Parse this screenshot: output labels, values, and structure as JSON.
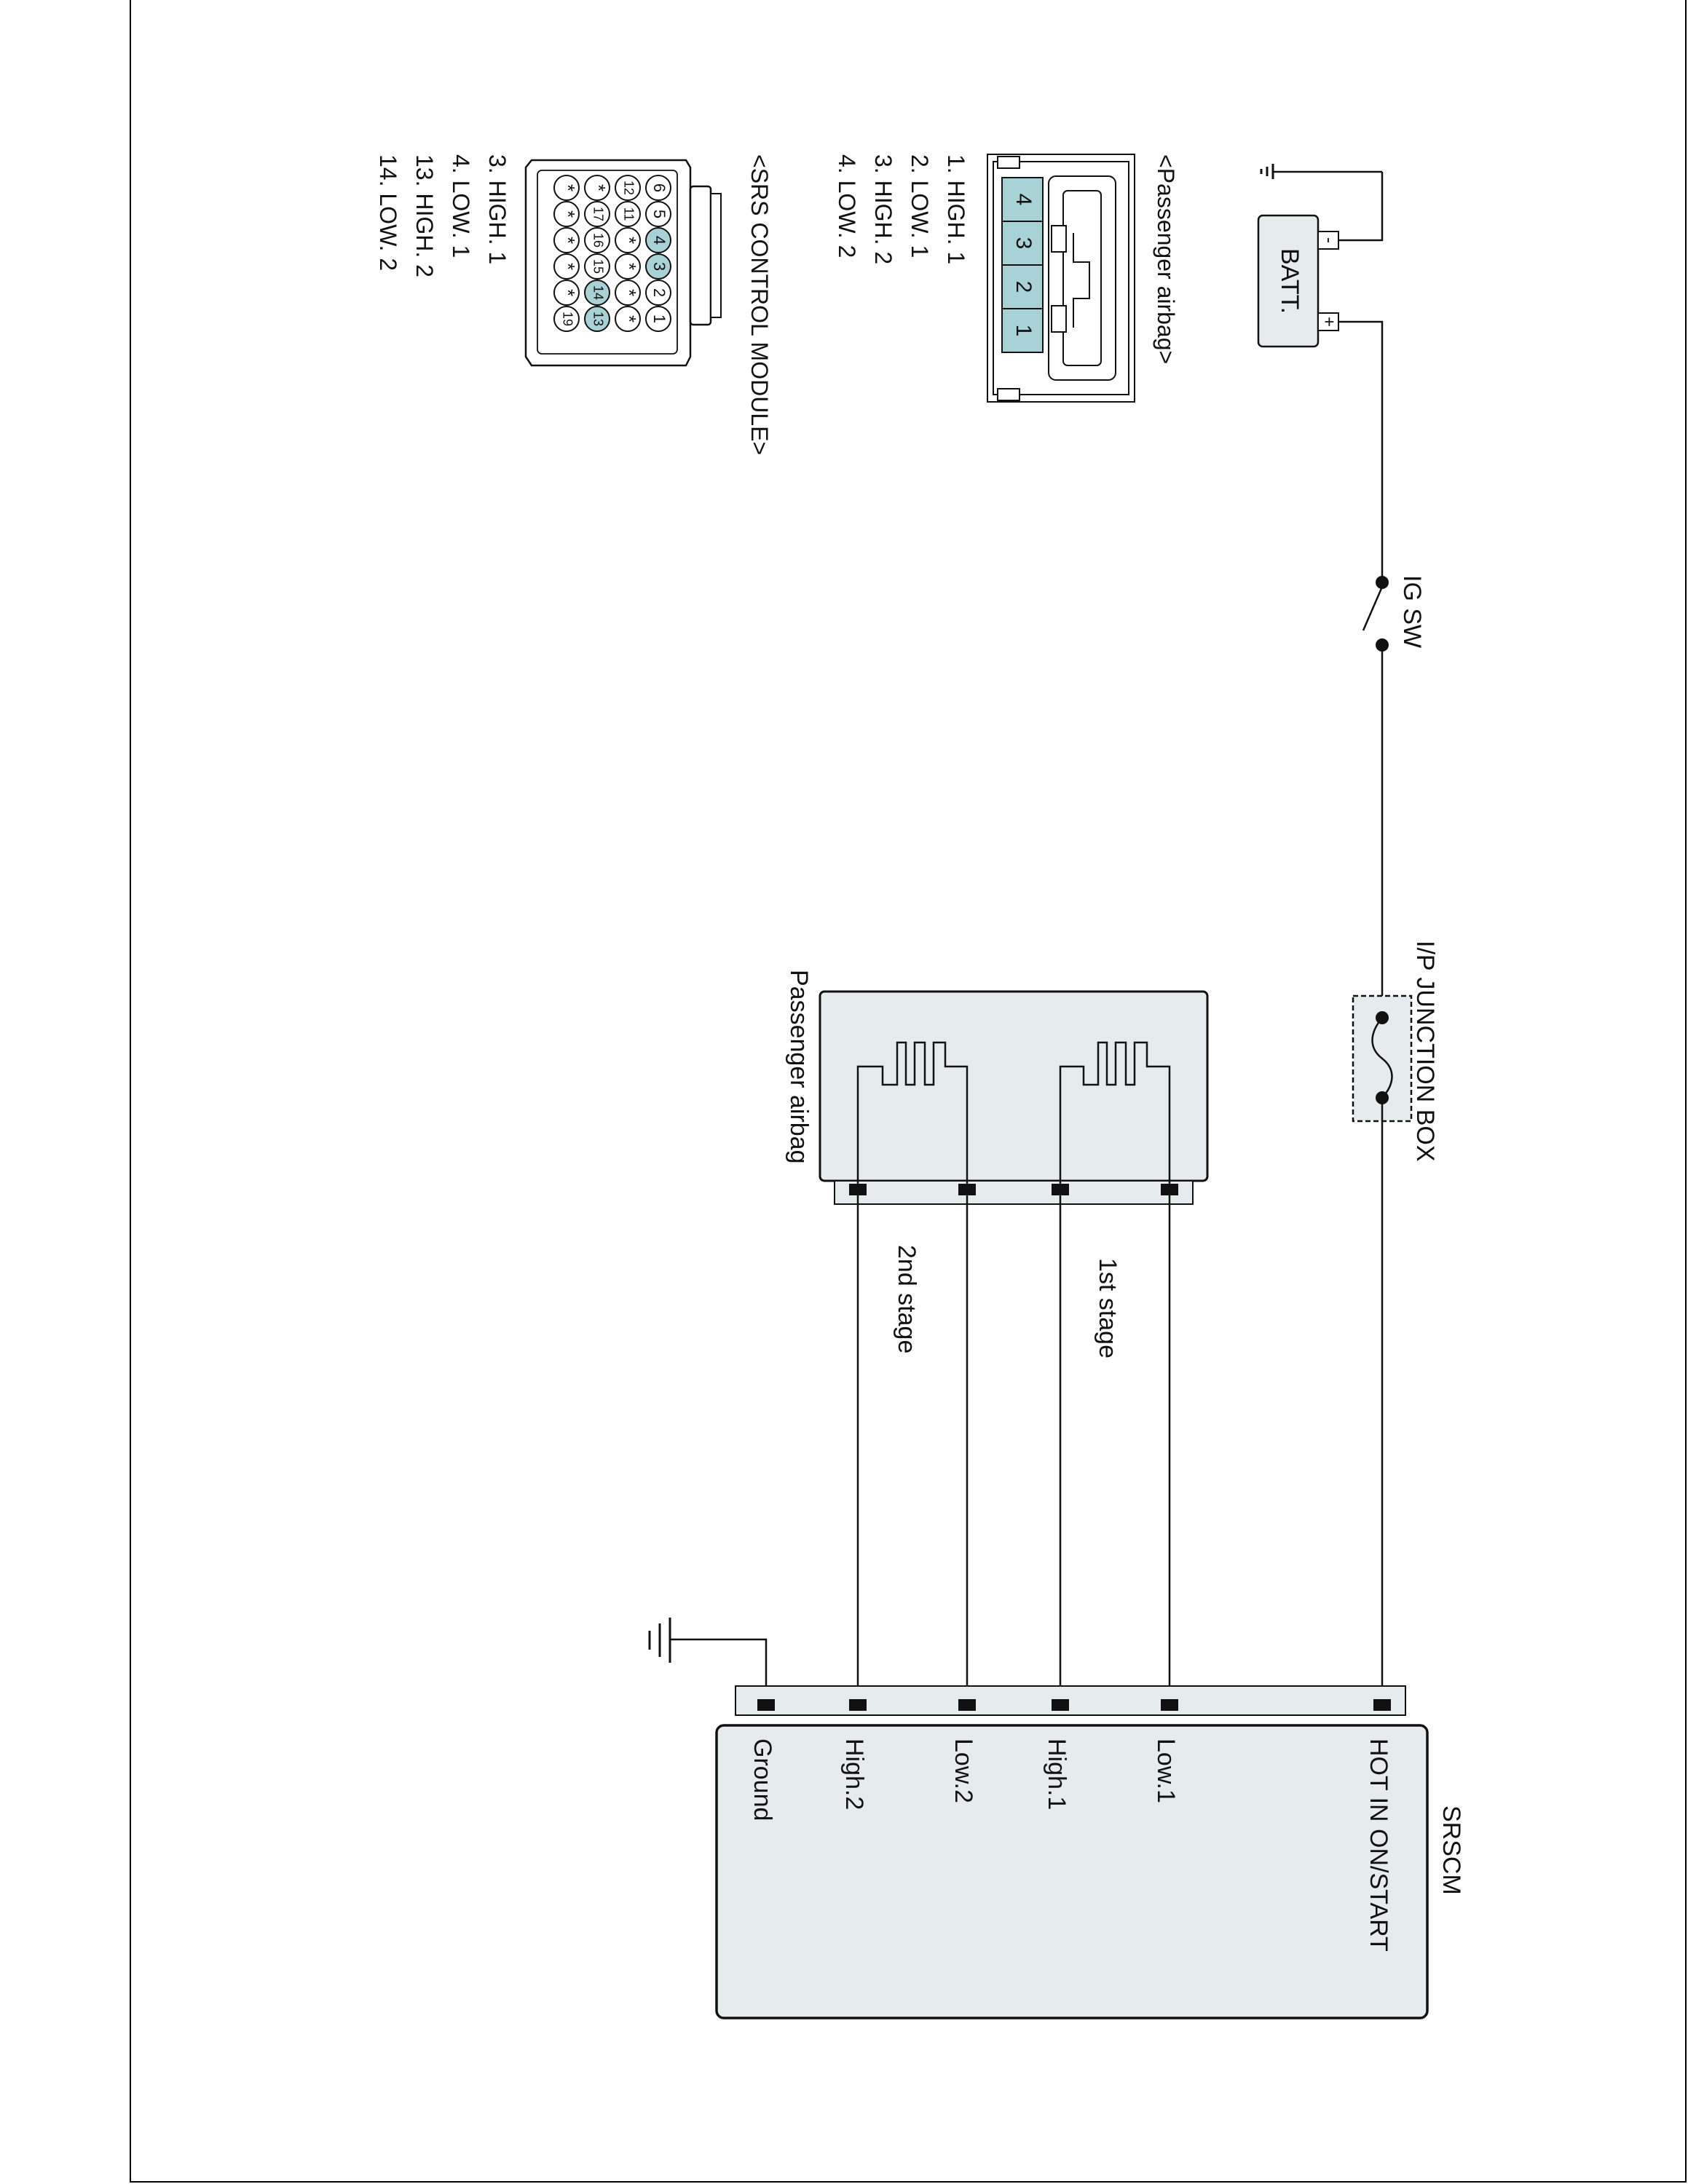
{
  "labels": {
    "batt": "BATT.",
    "batt_minus": "-",
    "batt_plus": "+",
    "ig_sw": "IG SW",
    "junction_box": "I/P JUNCTION BOX",
    "passenger_airbag": "Passenger airbag",
    "stage1": "1st stage",
    "stage2": "2nd stage",
    "srscm_title": "SRSCM"
  },
  "srscm_pins": [
    "HOT IN ON/START",
    "Low.1",
    "High.1",
    "Low.2",
    "High.2",
    "Ground"
  ],
  "airbag_connector": {
    "title": "<Passenger airbag>",
    "pin_numbers": [
      "4",
      "3",
      "2",
      "1"
    ],
    "pin_list": [
      "1. HIGH. 1",
      "2. LOW. 1",
      "3. HIGH. 2",
      "4. LOW. 2"
    ]
  },
  "srs_module_connector": {
    "title": "<SRS CONTROL MODULE>",
    "pin_list": [
      "3. HIGH. 1",
      "4. LOW. 1",
      "13. HIGH. 2",
      "14. LOW. 2"
    ],
    "cavities": [
      [
        "6",
        "5",
        "4",
        "3",
        "2",
        "1"
      ],
      [
        "12",
        "11",
        "*",
        "*",
        "*",
        "*"
      ],
      [
        "*",
        "17",
        "16",
        "15",
        "14",
        "13"
      ],
      [
        "*",
        "*",
        "*",
        "*",
        "*",
        "19"
      ]
    ],
    "highlighted": [
      "3",
      "4",
      "13",
      "14"
    ]
  },
  "colors": {
    "line": "#111111",
    "box_fill": "#e6eced",
    "pin_highlight": "#a9d2d6",
    "frame": "#000000"
  }
}
